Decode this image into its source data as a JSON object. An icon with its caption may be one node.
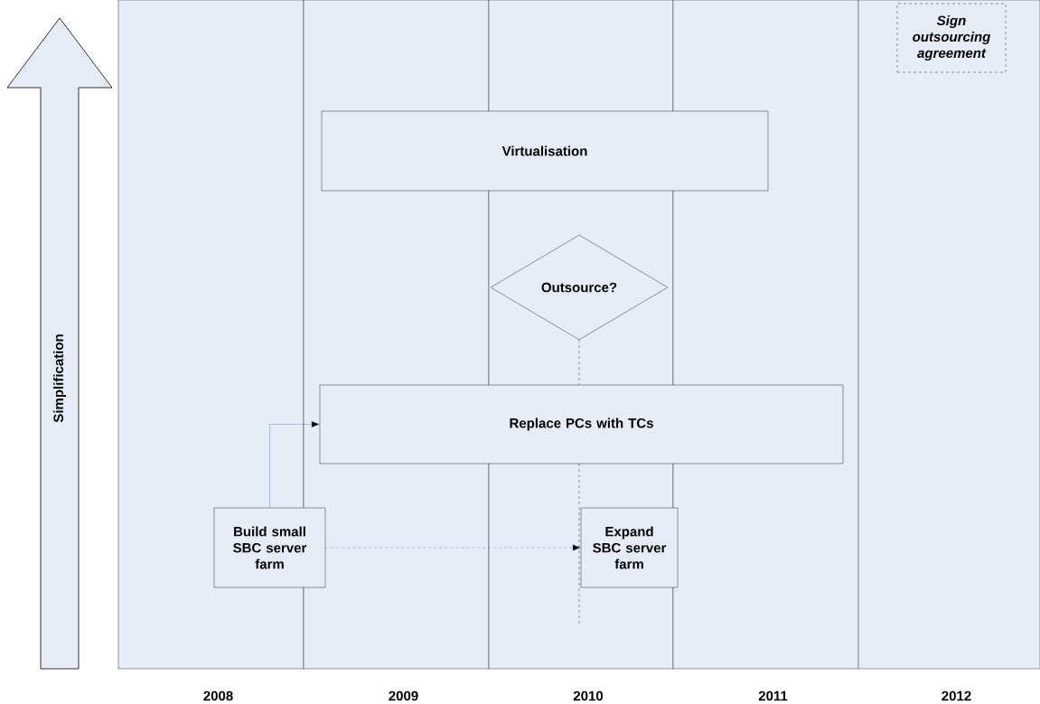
{
  "diagram": {
    "nodes": [
      {
        "text": [
          "Simplification"
        ]
      },
      {
        "text": [
          "Sign outsourcing agreement"
        ]
      },
      {
        "text": [
          "Virtualisation"
        ]
      },
      {
        "text": [
          "Outsource?"
        ]
      },
      {
        "text": [
          "Replace PCs with TCs"
        ]
      },
      {
        "text": [
          "Build small SBC server farm"
        ]
      },
      {
        "text": [
          "Expand SBC server farm"
        ]
      }
    ],
    "edges": [
      {
        "from": 5,
        "to": 4,
        "arrow": "to",
        "color": "#4a7ebb"
      },
      {
        "from": 5,
        "to": 6,
        "arrow": "to",
        "style": "dashed",
        "color": "#4a7ebb"
      },
      {
        "from": 3,
        "to": null,
        "arrow": "none",
        "style": "dashed",
        "color": "#000000"
      }
    ],
    "labels": [
      "2008",
      "2009",
      "2010",
      "2011",
      "2012"
    ]
  }
}
